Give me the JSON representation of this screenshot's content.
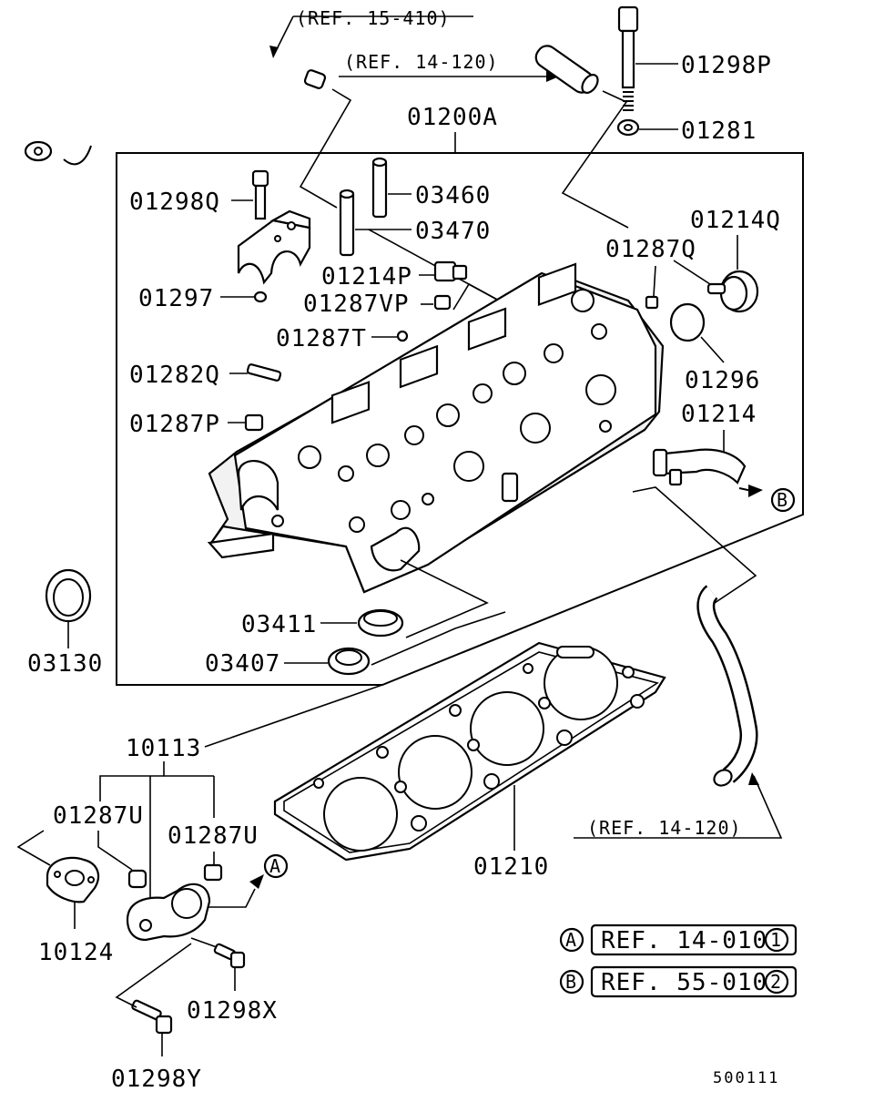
{
  "refs": {
    "ref_15_410": "(REF. 15-410)",
    "ref_14_120_top": "(REF. 14-120)",
    "ref_14_120_bottom": "(REF. 14-120)"
  },
  "parts": {
    "p01298P": "01298P",
    "p01281": "01281",
    "p01200A": "01200A",
    "p01298Q": "01298Q",
    "p03460": "03460",
    "p03470": "03470",
    "p01214Q": "01214Q",
    "p01287Q": "01287Q",
    "p01214P": "01214P",
    "p01297": "01297",
    "p01287VP": "01287VP",
    "p01287T": "01287T",
    "p01296": "01296",
    "p01282Q": "01282Q",
    "p01214": "01214",
    "p01287P": "01287P",
    "p03130": "03130",
    "p03411": "03411",
    "p03407": "03407",
    "p10113": "10113",
    "p01287U_left": "01287U",
    "p01287U_right": "01287U",
    "p10124": "10124",
    "p01210": "01210",
    "p01298X": "01298X",
    "p01298Y": "01298Y"
  },
  "markers": {
    "A": "A",
    "B": "B"
  },
  "legend": [
    {
      "marker": "A",
      "text": "REF. 14-010",
      "index": "1"
    },
    {
      "marker": "B",
      "text": "REF. 55-010",
      "index": "2"
    }
  ],
  "diagram_id": "500111"
}
